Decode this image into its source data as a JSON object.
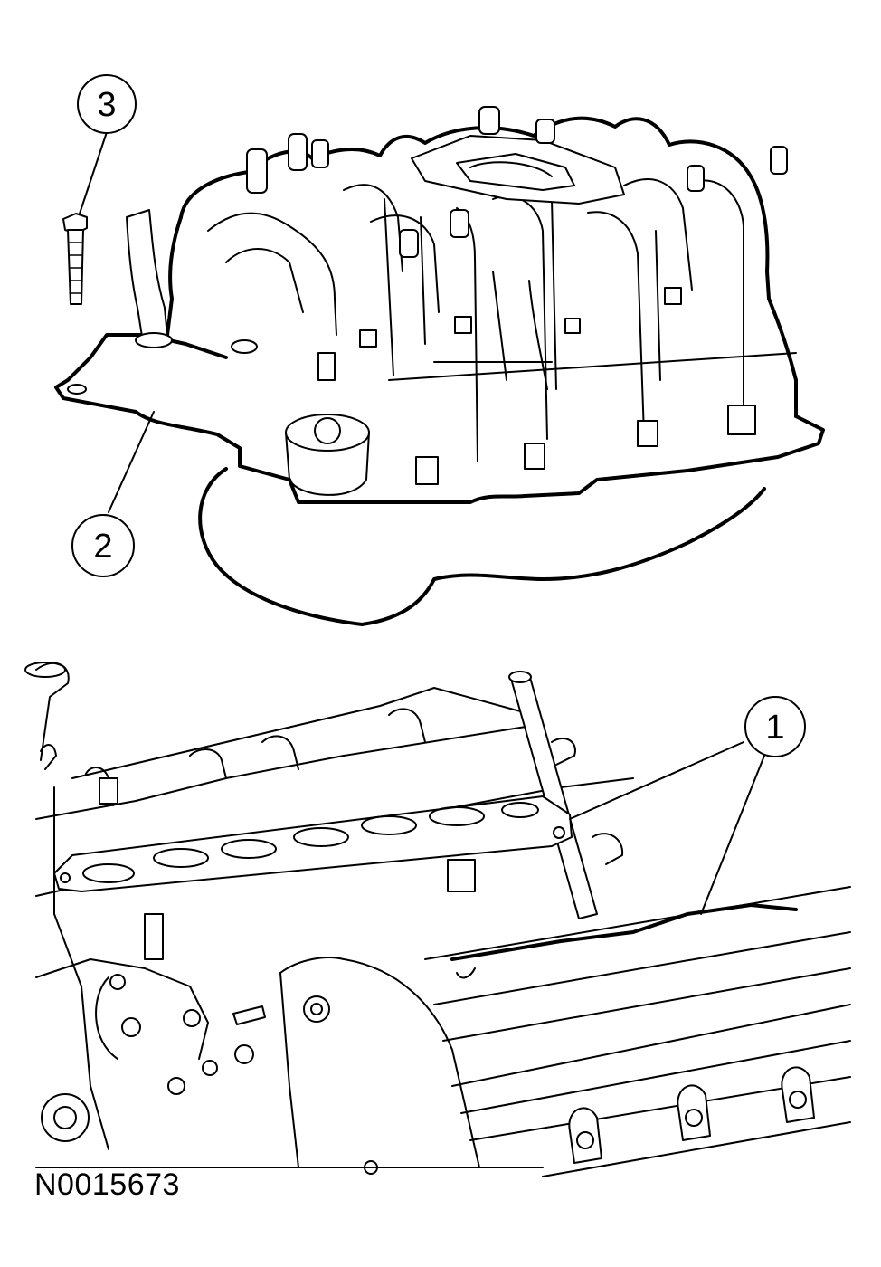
{
  "figure_id": "N0015673",
  "callouts": [
    {
      "number": "1"
    },
    {
      "number": "2"
    },
    {
      "number": "3"
    }
  ]
}
